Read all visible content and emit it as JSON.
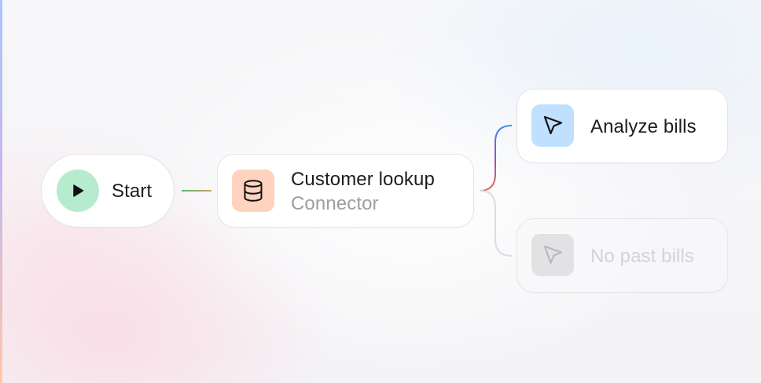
{
  "nodes": {
    "start": {
      "label": "Start",
      "icon": "play-icon",
      "icon_color": "#b6ebcd"
    },
    "lookup": {
      "title": "Customer lookup",
      "subtitle": "Connector",
      "icon": "database-icon",
      "icon_color": "#ffd3bd"
    },
    "analyze": {
      "label": "Analyze bills",
      "icon": "cursor-arrow-icon",
      "icon_color": "#bfe0ff"
    },
    "no_past": {
      "label": "No past bills",
      "icon": "cursor-arrow-icon",
      "icon_color": "#e2e2e5",
      "state": "disabled"
    }
  },
  "edges": [
    {
      "from": "start",
      "to": "lookup",
      "color": "#6fba7f"
    },
    {
      "from": "lookup",
      "to": "analyze",
      "color_start": "#e8705a",
      "color_end": "#4a90e2"
    },
    {
      "from": "lookup",
      "to": "no_past",
      "color": "#dcdce0",
      "state": "inactive"
    }
  ]
}
